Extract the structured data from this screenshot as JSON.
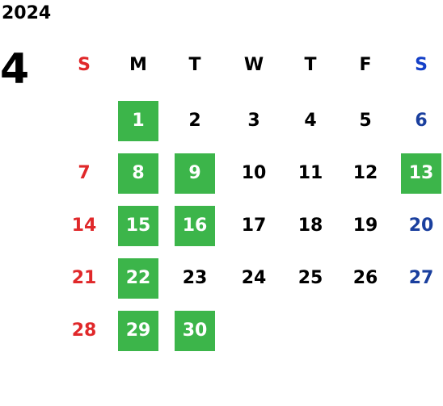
{
  "year": "2024",
  "month": "4",
  "weekdays": [
    "S",
    "M",
    "T",
    "W",
    "T",
    "F",
    "S"
  ],
  "start_weekday": 1,
  "days_in_month": 30,
  "highlighted_days": [
    1,
    8,
    9,
    13,
    15,
    16,
    22,
    29,
    30
  ],
  "colors": {
    "highlight": "#3cb54a",
    "sunday": "#e0282a",
    "saturday": "#1a3f9e",
    "saturday_header": "#1440c8",
    "text": "#000000"
  }
}
